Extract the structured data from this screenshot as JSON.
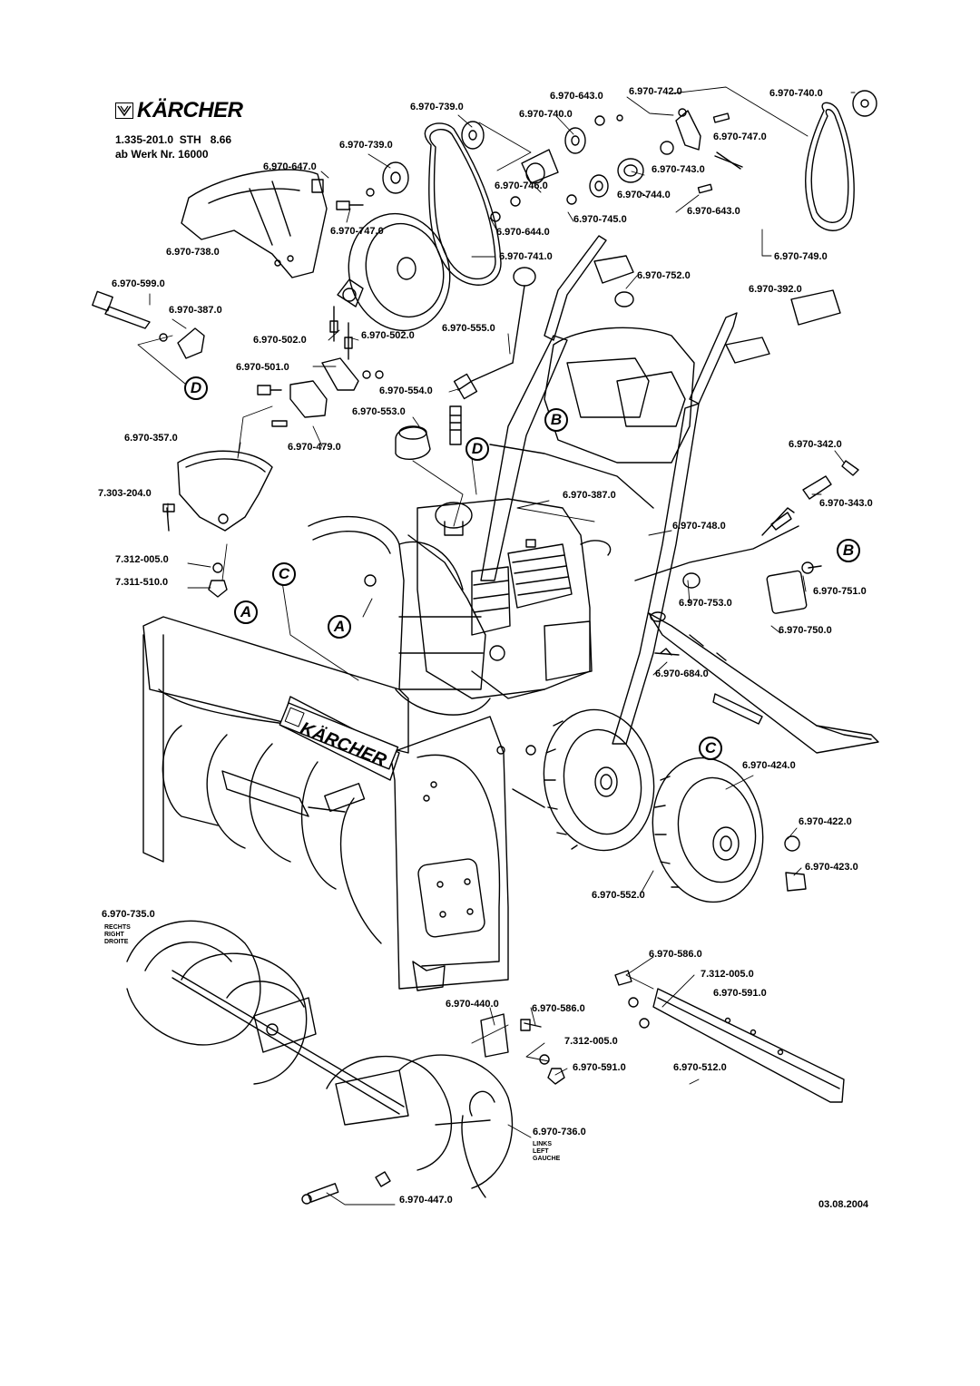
{
  "header": {
    "brand": "KÄRCHER",
    "doc_line": "1.335-201.0  STH   8.66",
    "serial_line": "ab Werk Nr. 16000"
  },
  "part_labels": [
    {
      "id": "p1",
      "text": "6.970-739.0"
    },
    {
      "id": "p2",
      "text": "6.970-643.0"
    },
    {
      "id": "p3",
      "text": "6.970-742.0"
    },
    {
      "id": "p4",
      "text": "6.970-740.0"
    },
    {
      "id": "p5",
      "text": "6.970-740.0"
    },
    {
      "id": "p6",
      "text": "6.970-747.0"
    },
    {
      "id": "p7",
      "text": "6.970-739.0"
    },
    {
      "id": "p8",
      "text": "6.970-647.0"
    },
    {
      "id": "p9",
      "text": "6.970-743.0"
    },
    {
      "id": "p10",
      "text": "6.970-746.0"
    },
    {
      "id": "p11",
      "text": "6.970-744.0"
    },
    {
      "id": "p12",
      "text": "6.970-643.0"
    },
    {
      "id": "p13",
      "text": "6.970-745.0"
    },
    {
      "id": "p14",
      "text": "6.970-644.0"
    },
    {
      "id": "p15",
      "text": "6.970-747.0"
    },
    {
      "id": "p16",
      "text": "6.970-738.0"
    },
    {
      "id": "p17",
      "text": "6.970-741.0"
    },
    {
      "id": "p18",
      "text": "6.970-749.0"
    },
    {
      "id": "p19",
      "text": "6.970-752.0"
    },
    {
      "id": "p20",
      "text": "6.970-599.0"
    },
    {
      "id": "p21",
      "text": "6.970-392.0"
    },
    {
      "id": "p22",
      "text": "6.970-387.0"
    },
    {
      "id": "p23",
      "text": "6.970-502.0"
    },
    {
      "id": "p24",
      "text": "6.970-502.0"
    },
    {
      "id": "p25",
      "text": "6.970-555.0"
    },
    {
      "id": "p26",
      "text": "6.970-501.0"
    },
    {
      "id": "p27",
      "text": "6.970-554.0"
    },
    {
      "id": "p28",
      "text": "6.970-553.0"
    },
    {
      "id": "p29",
      "text": "6.970-357.0"
    },
    {
      "id": "p30",
      "text": "6.970-479.0"
    },
    {
      "id": "p31",
      "text": "6.970-342.0"
    },
    {
      "id": "p32",
      "text": "7.303-204.0"
    },
    {
      "id": "p33",
      "text": "6.970-387.0"
    },
    {
      "id": "p34",
      "text": "6.970-343.0"
    },
    {
      "id": "p35",
      "text": "6.970-748.0"
    },
    {
      "id": "p36",
      "text": "7.312-005.0"
    },
    {
      "id": "p37",
      "text": "7.311-510.0"
    },
    {
      "id": "p38",
      "text": "6.970-751.0"
    },
    {
      "id": "p39",
      "text": "6.970-753.0"
    },
    {
      "id": "p40",
      "text": "6.970-750.0"
    },
    {
      "id": "p41",
      "text": "6.970-684.0"
    },
    {
      "id": "p42",
      "text": "6.970-424.0"
    },
    {
      "id": "p43",
      "text": "6.970-422.0"
    },
    {
      "id": "p44",
      "text": "6.970-423.0"
    },
    {
      "id": "p45",
      "text": "6.970-552.0"
    },
    {
      "id": "p46",
      "text": "6.970-735.0"
    },
    {
      "id": "p47",
      "text": "6.970-586.0"
    },
    {
      "id": "p48",
      "text": "7.312-005.0"
    },
    {
      "id": "p49",
      "text": "6.970-440.0"
    },
    {
      "id": "p50",
      "text": "6.970-586.0"
    },
    {
      "id": "p51",
      "text": "6.970-591.0"
    },
    {
      "id": "p52",
      "text": "7.312-005.0"
    },
    {
      "id": "p53",
      "text": "6.970-591.0"
    },
    {
      "id": "p54",
      "text": "6.970-512.0"
    },
    {
      "id": "p55",
      "text": "6.970-736.0"
    },
    {
      "id": "p56",
      "text": "6.970-447.0"
    }
  ],
  "side_notes": {
    "right_side": [
      "RECHTS",
      "RIGHT",
      "DROITE"
    ],
    "left_side": [
      "LINKS",
      "LEFT",
      "GAUCHE"
    ]
  },
  "callouts": [
    "D",
    "B",
    "D",
    "C",
    "A",
    "A",
    "B",
    "C"
  ],
  "housing_brand": "KÄRCHER",
  "date": "03.08.2004"
}
